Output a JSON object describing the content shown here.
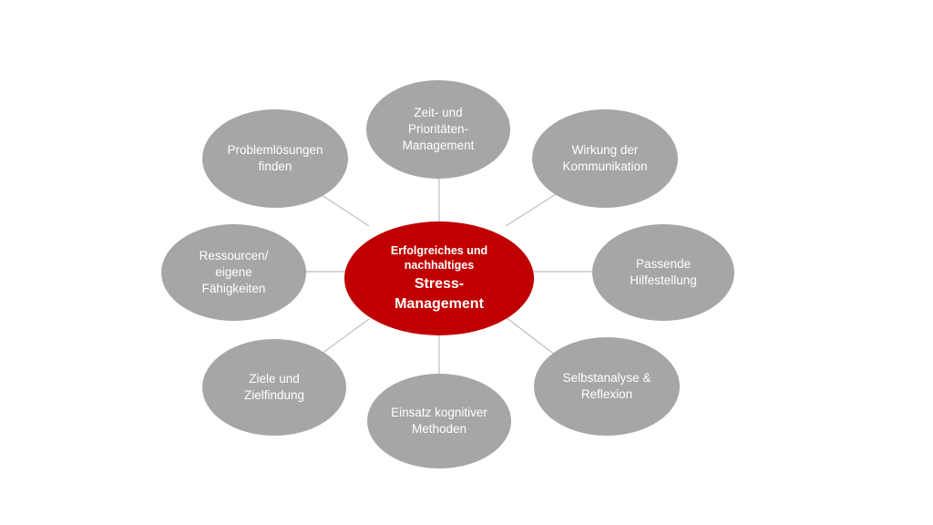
{
  "diagram": {
    "center": {
      "line1": "Erfolgreiches und\nnachhaltiges",
      "line2": "Stress-\nManagement",
      "color": "#c00000"
    },
    "bubble_color": "#a6a6a6",
    "nodes": [
      "Zeit- und\nPrioritäten-\nManagement",
      "Wirkung der\nKommunikation",
      "Passende\nHilfestellung",
      "Selbstanalyse &\nReflexion",
      "Einsatz kognitiver\nMethoden",
      "Ziele und\nZielfindung",
      "Ressourcen/\neigene\nFähigkeiten",
      "Problemlösungen\nfinden"
    ]
  }
}
